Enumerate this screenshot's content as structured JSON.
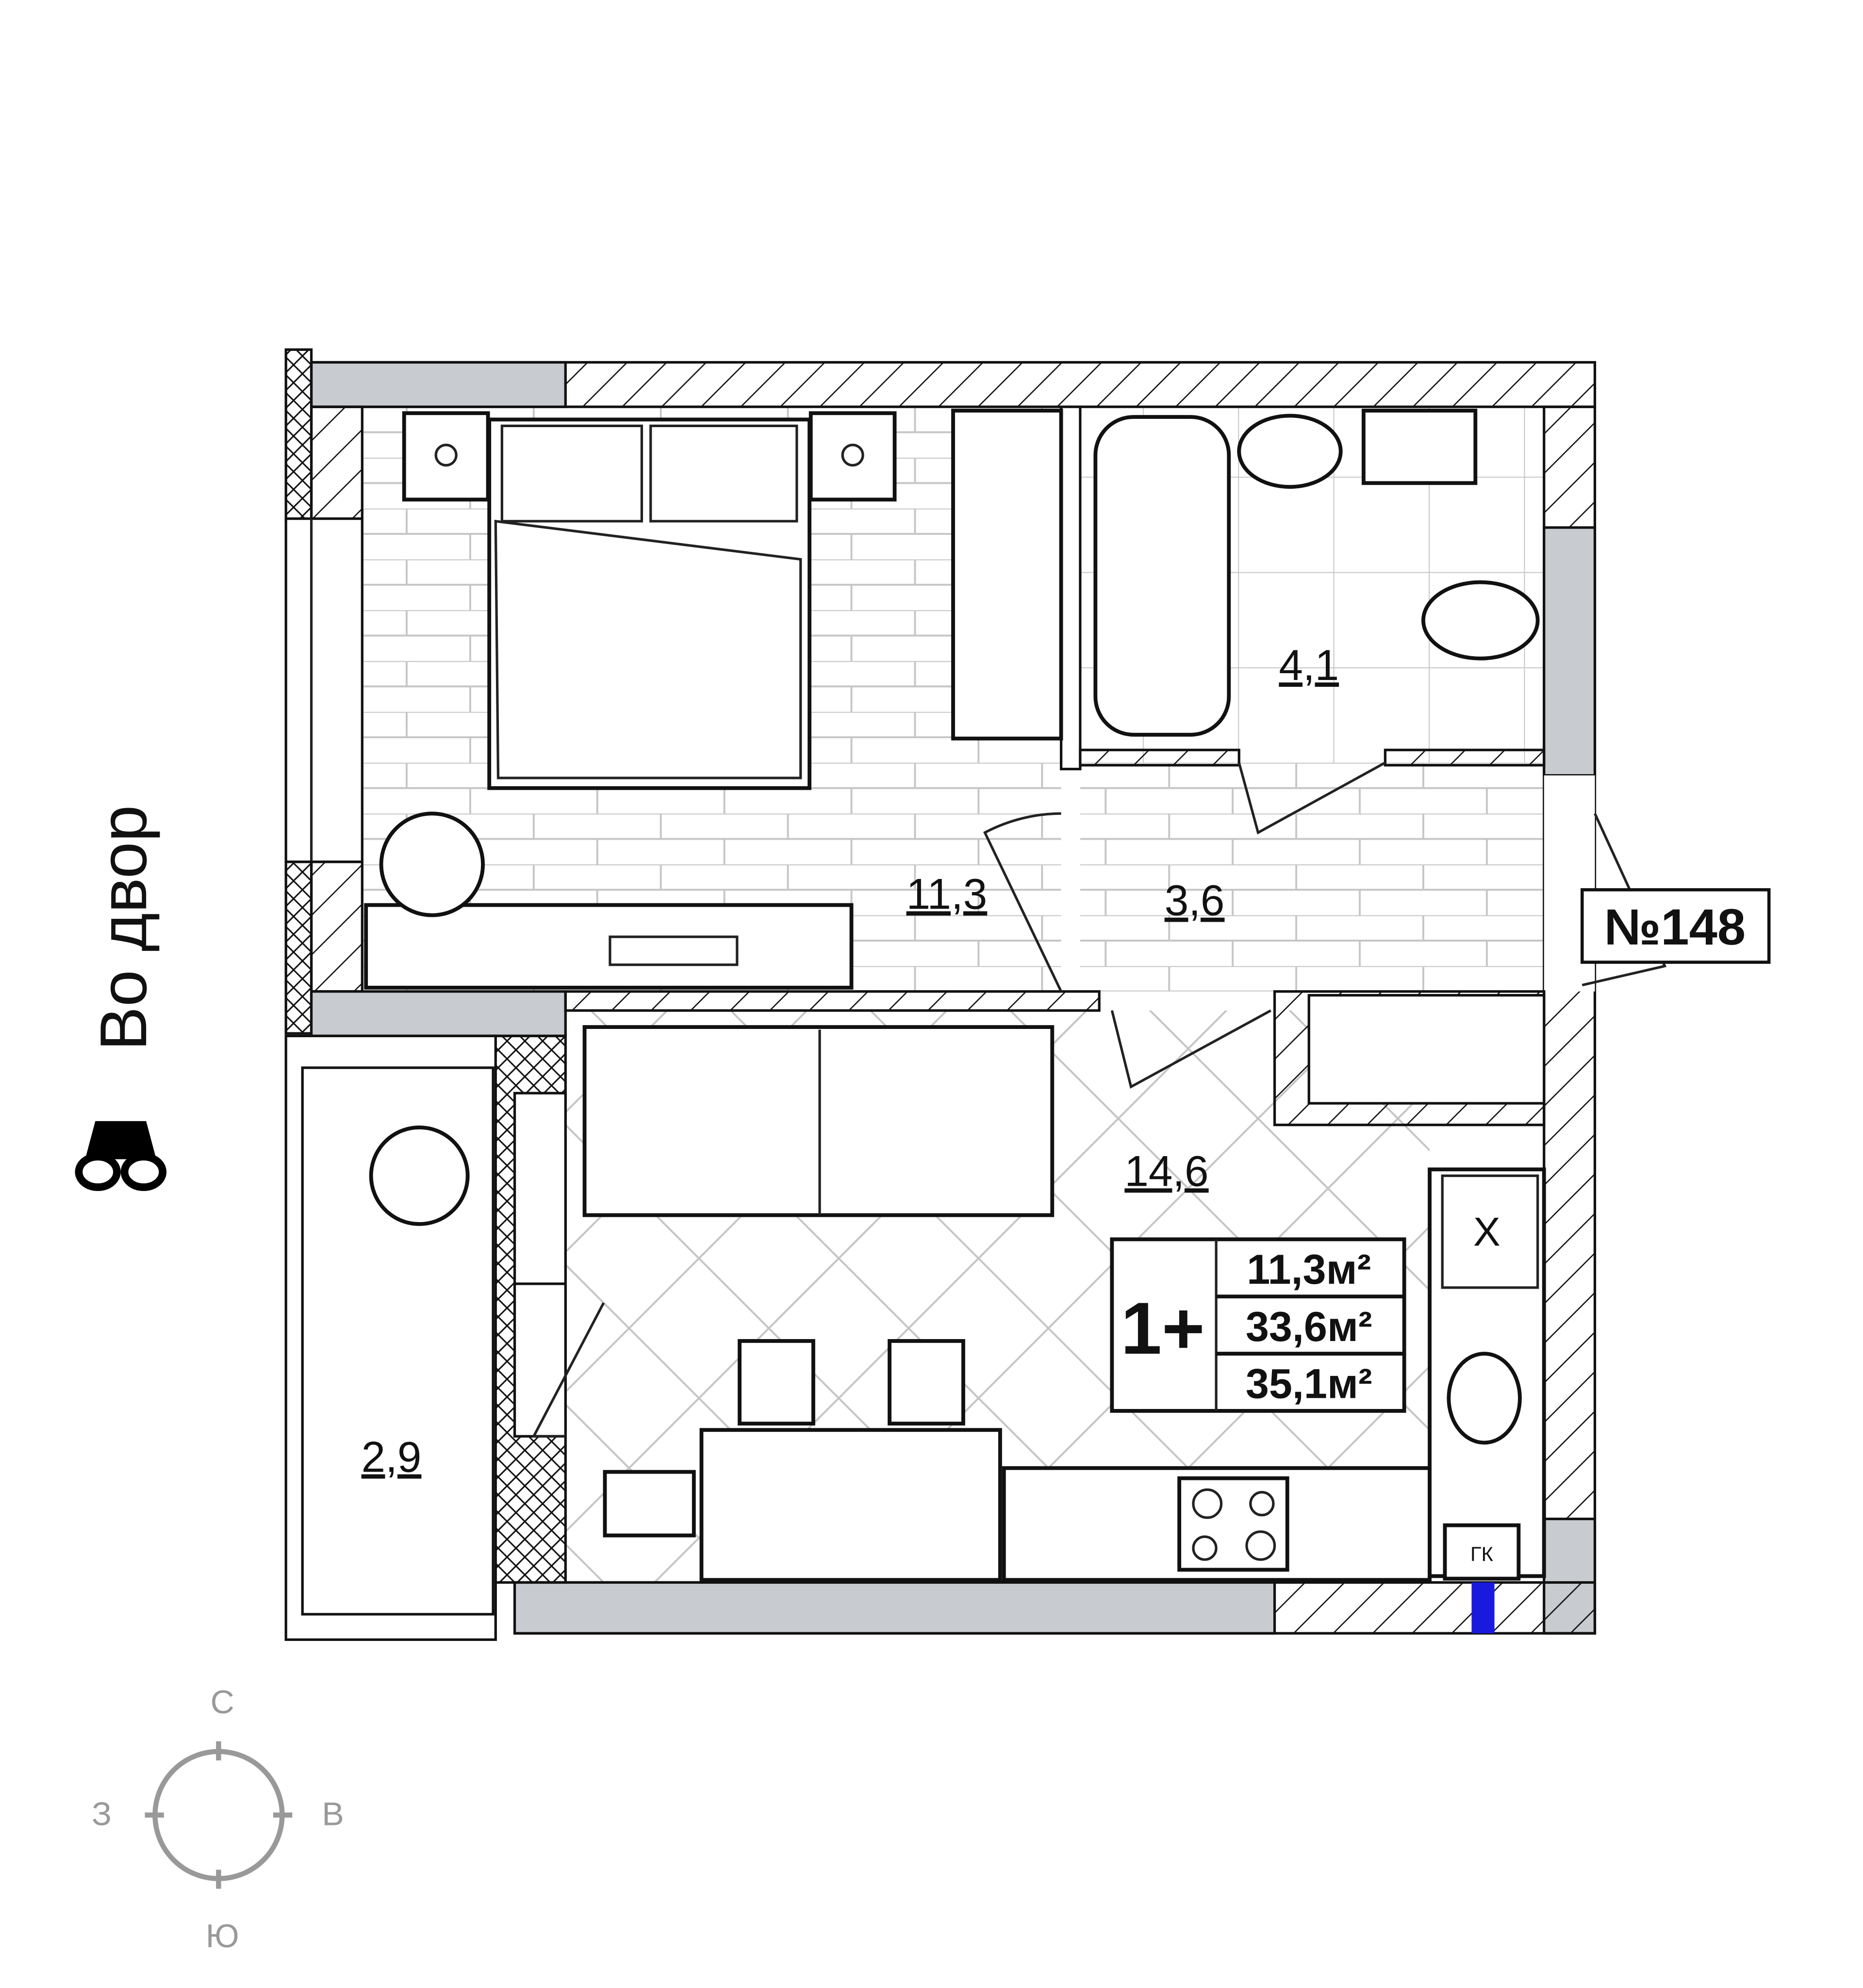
{
  "orientation_label": "Во двор",
  "orientation_icon": "binoculars-icon",
  "apartment_number": "№148",
  "rooms": {
    "bedroom_area": "11,3",
    "hall_area": "3,6",
    "bathroom_area": "4,1",
    "kitchen_living_area": "14,6",
    "balcony_area": "2,9"
  },
  "summary": {
    "type": "1+",
    "living_area": "11,3м²",
    "total_area": "33,6м²",
    "total_with_balcony": "35,1м²"
  },
  "fixtures": {
    "fridge_mark": "X",
    "boiler_mark": "ГК"
  },
  "compass": {
    "north": "С",
    "west": "З",
    "east": "В",
    "south": "Ю"
  },
  "colors": {
    "wall_fill": "#c8cbd0",
    "wall_line": "#111111",
    "tile": "#bbbbbb",
    "riser": "#1a1adf",
    "compass": "#999999"
  }
}
